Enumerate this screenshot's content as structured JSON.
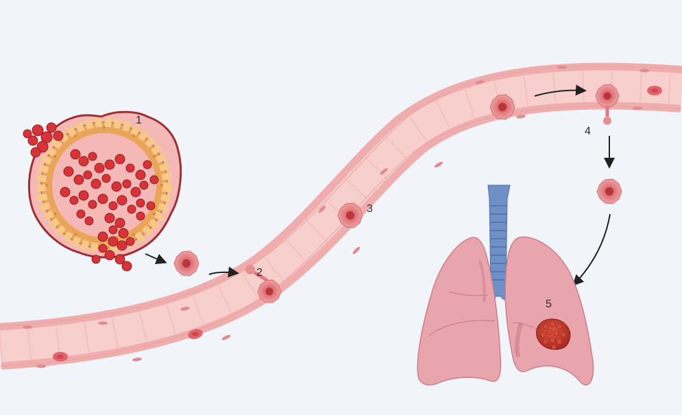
{
  "labels": {
    "step1": "1",
    "step2": "2",
    "step3": "3",
    "step4": "4",
    "step5": "5"
  },
  "colors": {
    "background": "#f1f4f8",
    "vessel_wall": "#f2b9b8",
    "vessel_lumen": "#f7cfcd",
    "tumor_cell": "#d9333a",
    "epithelium": "#e9a55a",
    "circulating_cell": "#e47b7f",
    "lung": "#e8a5ad",
    "trachea": "#6f8fc7",
    "metastasis": "#c83a2e"
  },
  "icons": {
    "primary_tumor": "primary-tumor-icon",
    "circulating_tumor_cell": "tumor-cell-icon",
    "lungs": "lungs-icon",
    "metastasis": "metastasis-nodule-icon"
  }
}
